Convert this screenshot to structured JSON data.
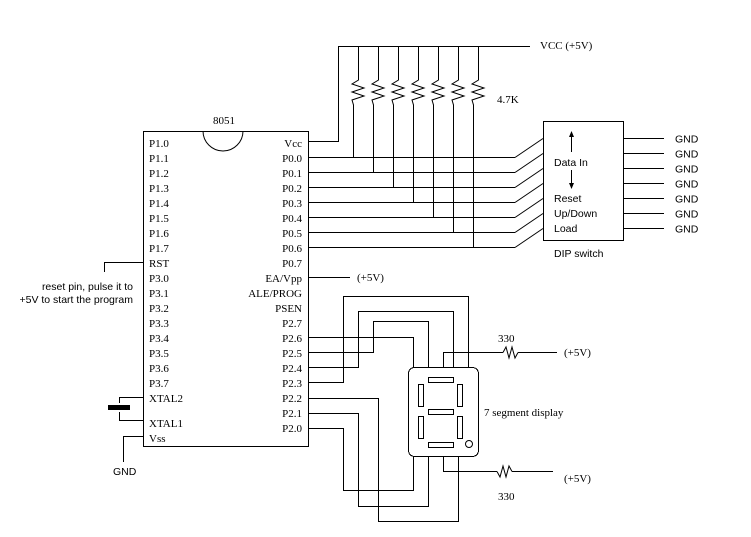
{
  "diagram": {
    "chip": {
      "name": "8051",
      "left_pins": [
        "P1.0",
        "P1.1",
        "P1.2",
        "P1.3",
        "P1.4",
        "P1.5",
        "P1.6",
        "P1.7",
        "RST",
        "P3.0",
        "P3.1",
        "P3.2",
        "P3.3",
        "P3.4",
        "P3.5",
        "P3.6",
        "P3.7",
        "XTAL2",
        "",
        "XTAL1",
        "Vss"
      ],
      "right_pins": [
        "Vcc",
        "P0.0",
        "P0.1",
        "P0.2",
        "P0.3",
        "P0.4",
        "P0.5",
        "P0.6",
        "P0.7",
        "EA/Vpp",
        "ALE/PROG",
        "PSEN",
        "P2.7",
        "P2.6",
        "P2.5",
        "P2.4",
        "P2.3",
        "P2.2",
        "P2.1",
        "P2.0"
      ]
    },
    "vcc_label": "VCC (+5V)",
    "pullup_label": "4.7K",
    "ea_label": "(+5V)",
    "reset_note": [
      "reset pin, pulse it to",
      "+5V to start the program"
    ],
    "gnd_label": "GND",
    "dip_switch": {
      "title": "DIP switch",
      "labels": [
        "Data In",
        "Reset",
        "Up/Down",
        "Load"
      ],
      "gnd_labels": [
        "GND",
        "GND",
        "GND",
        "GND",
        "GND",
        "GND",
        "GND"
      ]
    },
    "seven_segment": {
      "title": "7 segment display",
      "top_resistor": "330",
      "bottom_resistor": "330",
      "top_supply": "(+5V)",
      "bottom_supply": "(+5V)"
    }
  }
}
